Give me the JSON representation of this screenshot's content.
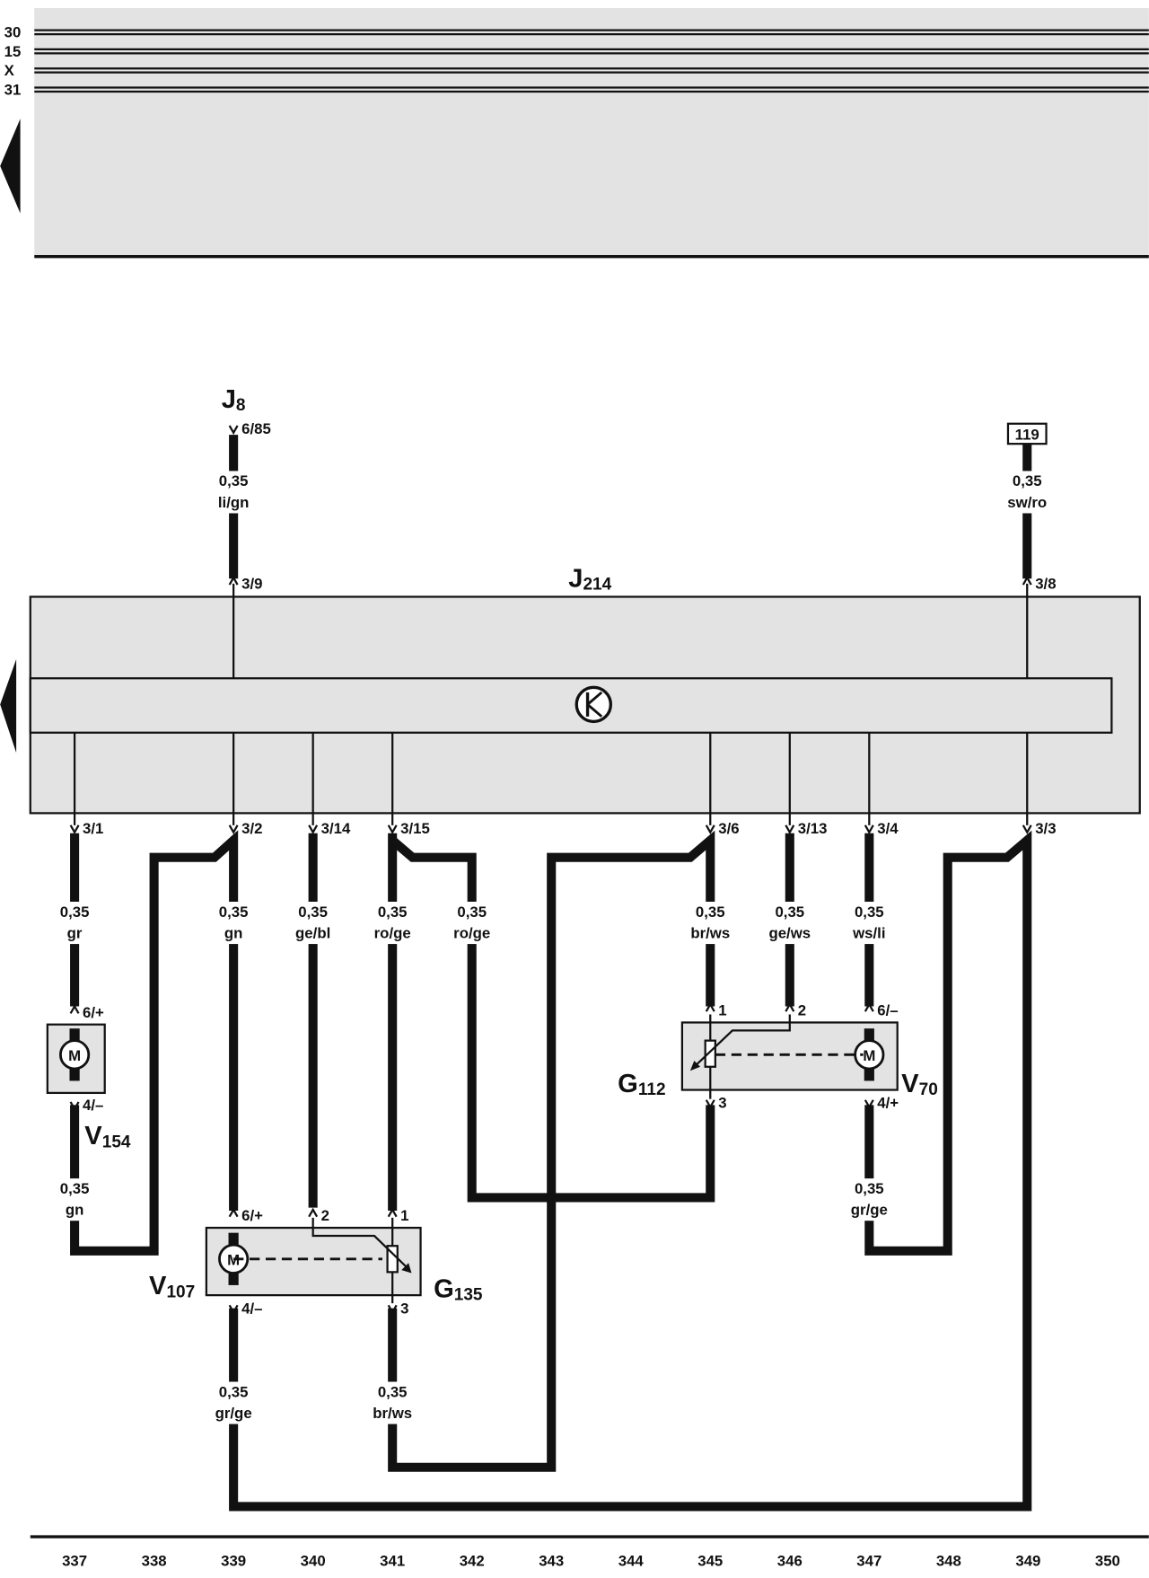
{
  "bus_labels": [
    "30",
    "15",
    "X",
    "31"
  ],
  "components": {
    "J8": {
      "letter": "J",
      "sub": "8"
    },
    "J214": {
      "letter": "J",
      "sub": "214"
    },
    "V154": {
      "letter": "V",
      "sub": "154"
    },
    "V107": {
      "letter": "V",
      "sub": "107"
    },
    "G135": {
      "letter": "G",
      "sub": "135"
    },
    "G112": {
      "letter": "G",
      "sub": "112"
    },
    "V70": {
      "letter": "V",
      "sub": "70"
    },
    "ref_box": "119",
    "motor_symbol": "M"
  },
  "wire_labels": [
    {
      "gauge": "0,35",
      "color": "li/gn"
    },
    {
      "gauge": "0,35",
      "color": "sw/ro"
    },
    {
      "gauge": "0,35",
      "color": "gr"
    },
    {
      "gauge": "0,35",
      "color": "gn"
    },
    {
      "gauge": "0,35",
      "color": "ge/bl"
    },
    {
      "gauge": "0,35",
      "color": "ro/ge"
    },
    {
      "gauge": "0,35",
      "color": "ro/ge"
    },
    {
      "gauge": "0,35",
      "color": "br/ws"
    },
    {
      "gauge": "0,35",
      "color": "ge/ws"
    },
    {
      "gauge": "0,35",
      "color": "ws/li"
    },
    {
      "gauge": "0,35",
      "color": "gn"
    },
    {
      "gauge": "0,35",
      "color": "gr/ge"
    },
    {
      "gauge": "0,35",
      "color": "gr/ge"
    },
    {
      "gauge": "0,35",
      "color": "br/ws"
    }
  ],
  "pin_labels": [
    "6/85",
    "3/9",
    "3/8",
    "3/1",
    "3/2",
    "3/14",
    "3/15",
    "3/6",
    "3/13",
    "3/4",
    "3/3",
    "6/+",
    "4/–",
    "6/+",
    "4/–",
    "2",
    "1",
    "3",
    "1",
    "2",
    "6/–",
    "4/+",
    "3"
  ],
  "columns": [
    "337",
    "338",
    "339",
    "340",
    "341",
    "342",
    "343",
    "344",
    "345",
    "346",
    "347",
    "348",
    "349",
    "350"
  ]
}
